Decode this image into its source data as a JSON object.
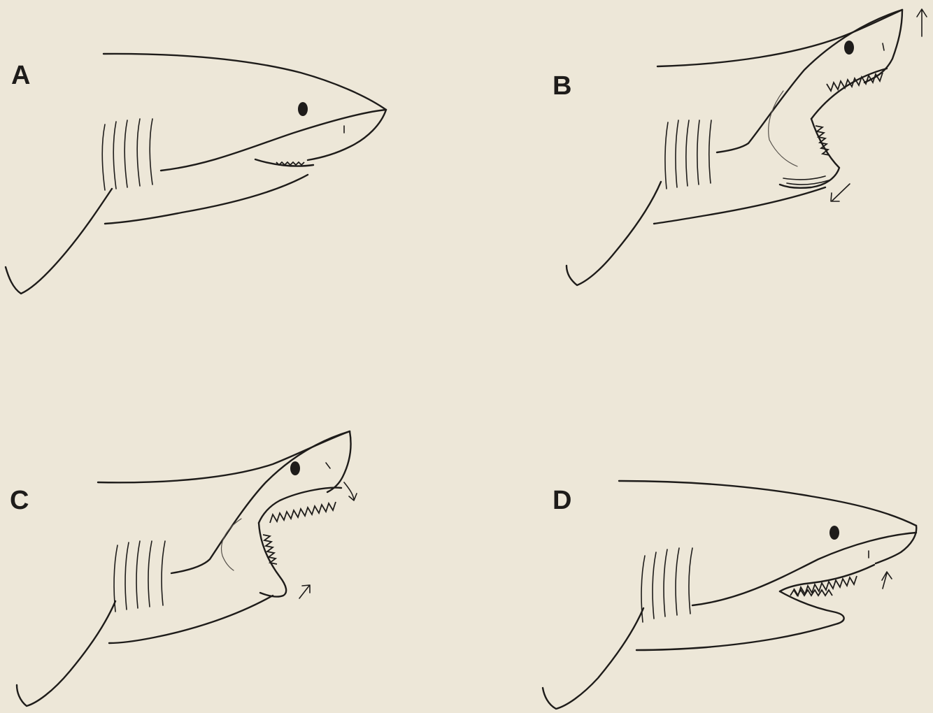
{
  "panels": [
    {
      "label": "A",
      "jaw": "closed"
    },
    {
      "label": "B",
      "jaw": "opening"
    },
    {
      "label": "C",
      "jaw": "protruding"
    },
    {
      "label": "D",
      "jaw": "closing"
    }
  ]
}
